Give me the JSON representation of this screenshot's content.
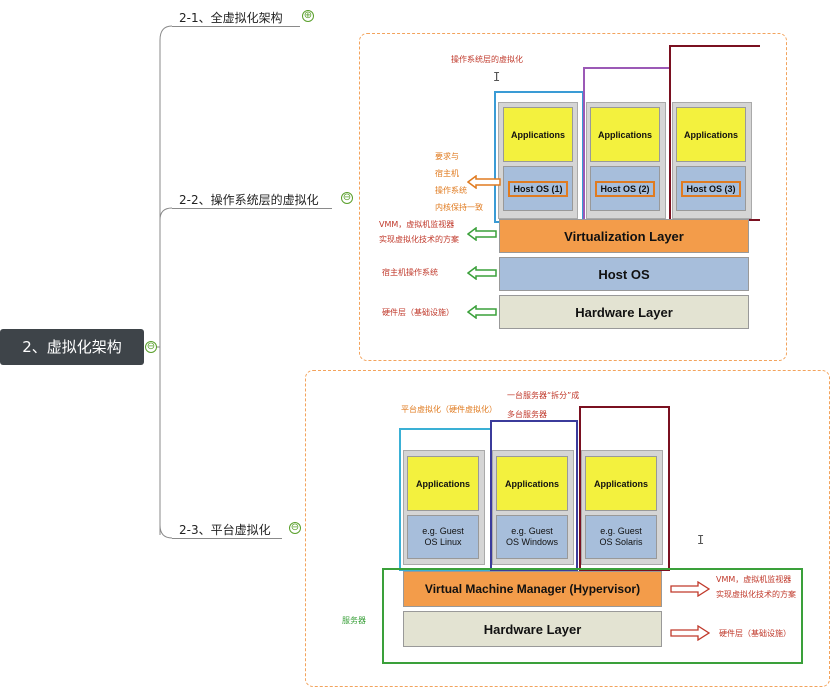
{
  "root": {
    "label": "2、虚拟化架构",
    "toggle": "⊖"
  },
  "topics": [
    {
      "label": "2-1、全虚拟化架构",
      "toggle": "⊕"
    },
    {
      "label": "2-2、操作系统层的虚拟化",
      "toggle": "⊖"
    },
    {
      "label": "2-3、平台虚拟化",
      "toggle": "⊖"
    }
  ],
  "os_diagram": {
    "title": "操作系统层的虚拟化",
    "apps": [
      "Applications",
      "Applications",
      "Applications"
    ],
    "host_os": [
      "Host OS (1)",
      "Host OS (2)",
      "Host OS (3)"
    ],
    "layers": [
      "Virtualization Layer",
      "Host OS",
      "Hardware Layer"
    ],
    "notes": {
      "isolation": [
        "要求与",
        "宿主机",
        "操作系统",
        "内核保持一致"
      ],
      "vmm": [
        "VMM，虚拟机监视器",
        "实现虚拟化技术的方案"
      ],
      "host": "宿主机操作系统",
      "hardware": "硬件层（基础设施）"
    },
    "colors": {
      "blue_frame": "#3a9bd5",
      "purple_frame": "#9b59b6",
      "darkred_frame": "#7a1020",
      "virt_layer": "#f39c4a",
      "host_layer": "#a7bedb",
      "hw_layer": "#e3e3d2"
    }
  },
  "platform_diagram": {
    "label_platform": "平台虚拟化（硬件虚拟化）",
    "label_split": "一台服务器“拆分”成",
    "label_multi": "多台服务器",
    "apps": [
      "Applications",
      "Applications",
      "Applications"
    ],
    "guests": [
      "e.g. Guest OS Linux",
      "e.g. Guest OS Windows",
      "e.g. Guest OS Solaris"
    ],
    "hypervisor": "Virtual Machine Manager (Hypervisor)",
    "hardware": "Hardware Layer",
    "server_label": "服务器",
    "notes": {
      "vmm": [
        "VMM，虚拟机监视器",
        "实现虚拟化技术的方案"
      ],
      "hardware": "硬件层（基础设施）"
    },
    "colors": {
      "cyan_frame": "#3ab0d5",
      "navy_frame": "#3b3b9b",
      "darkred_frame": "#7a1020",
      "green_frame": "#3aa03a",
      "hypervisor": "#f39c4a"
    }
  },
  "cursor_glyph": "I"
}
